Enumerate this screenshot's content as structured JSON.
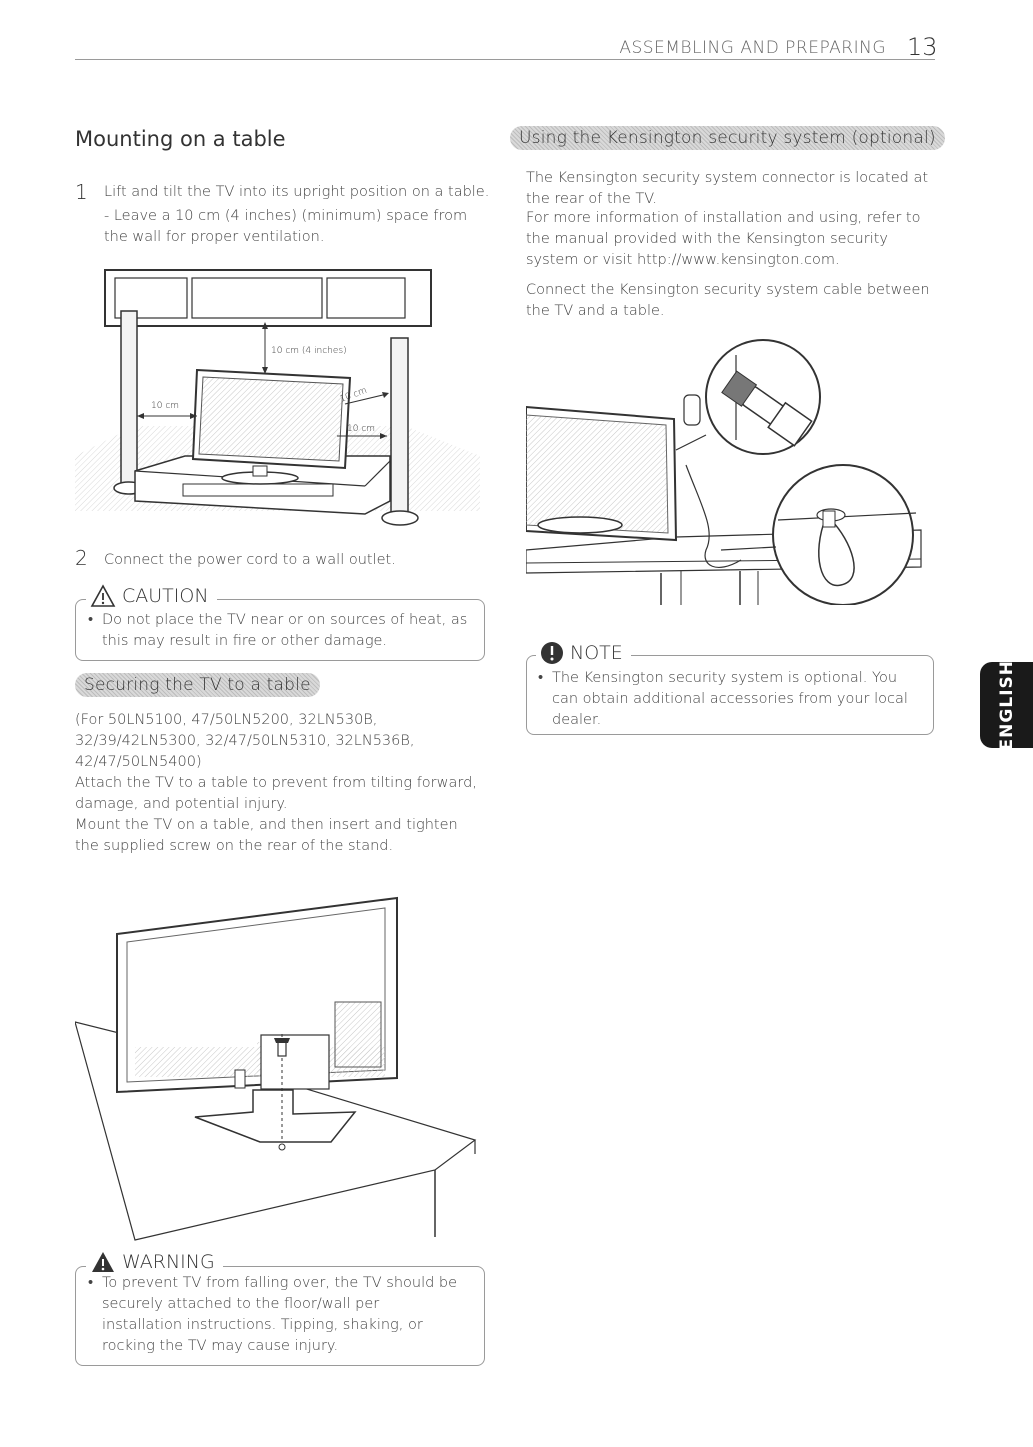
{
  "header": {
    "section_title": "ASSEMBLING AND PREPARING",
    "page_number": "13"
  },
  "left": {
    "heading": "Mounting on a table",
    "step1": {
      "num": "1",
      "text": "Lift and tilt the TV into its upright position on a table.",
      "sub": "- Leave a 10 cm (4 inches) (minimum) space from the wall for proper ventilation."
    },
    "diagram1": {
      "top_label": "10 cm (4 inches)",
      "left_label": "10 cm",
      "right_label_top": "10 cm",
      "right_label_bottom": "10 cm"
    },
    "step2": {
      "num": "2",
      "text": "Connect the power cord to a wall outlet."
    },
    "caution": {
      "title": "CAUTION",
      "text": "Do not place the TV near or on sources of heat, as this may result in fire or other damage."
    },
    "securing": {
      "heading": "Securing the TV to a table",
      "para1": "(For 50LN5100, 47/50LN5200, 32LN530B, 32/39/42LN5300, 32/47/50LN5310, 32LN536B, 42/47/50LN5400)",
      "para2": "Attach the TV to a table to prevent from tilting forward, damage, and potential injury.",
      "para3": "Mount the TV on a table, and then insert and tighten the supplied screw on the rear of the stand."
    },
    "warning": {
      "title": "WARNING",
      "text": "To prevent TV from falling over, the TV should be securely attached to the floor/wall per installation instructions. Tipping, shaking, or rocking the TV may cause injury."
    }
  },
  "right": {
    "heading": "Using the Kensington security system (optional)",
    "para1": "The Kensington security system connector is located at the rear of the TV.",
    "para2": "For more information of installation and using, refer to the manual provided with the Kensington security system or visit http://www.kensington.com.",
    "para3": "Connect the Kensington security system cable between the TV and a table.",
    "note": {
      "title": "NOTE",
      "text": "The Kensington security system is optional. You can obtain additional accessories from your local dealer."
    }
  },
  "language_tab": "ENGLISH"
}
